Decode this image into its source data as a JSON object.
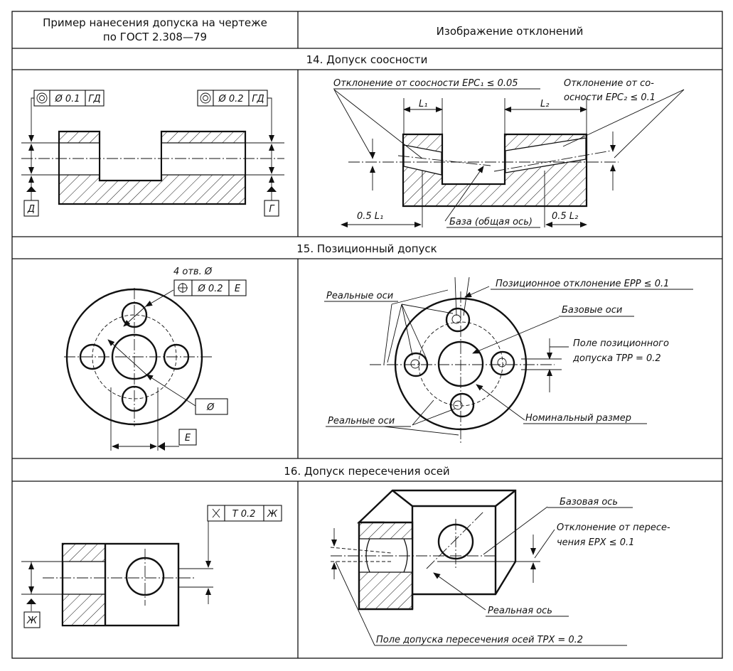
{
  "header": {
    "left": [
      "Пример нанесения допуска на чертеже",
      "по ГОСТ 2.308—79"
    ],
    "right": "Изображение отклонений"
  },
  "sections": [
    {
      "title": "14. Допуск соосности",
      "left": {
        "frame1": {
          "symbol": "◎",
          "value": "Ø 0.1",
          "base": "ГД"
        },
        "frame2": {
          "symbol": "◎",
          "value": "Ø 0.2",
          "base": "ГД"
        },
        "datum_left": "Д",
        "datum_right": "Г"
      },
      "right": {
        "dev1": "Отклонение от соосности EPC₁ ≤ 0.05",
        "dev2": [
          "Отклонение от со-",
          "осности EPC₂ ≤ 0.1"
        ],
        "l1": "L₁",
        "l2": "L₂",
        "half_l1": "0.5 L₁",
        "half_l2": "0.5 L₂",
        "base": "База (общая ось)"
      }
    },
    {
      "title": "15. Позиционный допуск",
      "left": {
        "holes": "4 отв. Ø",
        "frame": {
          "symbol": "⌖",
          "value": "Ø 0.2",
          "base": "Е"
        },
        "dia": "Ø",
        "datum": "Е"
      },
      "right": {
        "real_axes_top": "Реальные оси",
        "pos_dev": "Позиционное отклонение EPP ≤ 0.1",
        "base_axes": "Базовые оси",
        "field": [
          "Поле позиционного",
          "допуска TPP = 0.2"
        ],
        "real_axes_bottom": "Реальные оси",
        "nominal": "Номинальный размер"
      }
    },
    {
      "title": "16. Допуск пересечения осей",
      "left": {
        "frame": {
          "symbol": "✕",
          "value": "T 0.2",
          "base": "Ж"
        },
        "datum": "Ж"
      },
      "right": {
        "base_axis": "Базовая ось",
        "dev": [
          "Отклонение от пересе-",
          "чения EPX ≤ 0.1"
        ],
        "real_axis": "Реальная ось",
        "field": "Поле допуска пересечения осей TPX = 0.2"
      }
    }
  ]
}
